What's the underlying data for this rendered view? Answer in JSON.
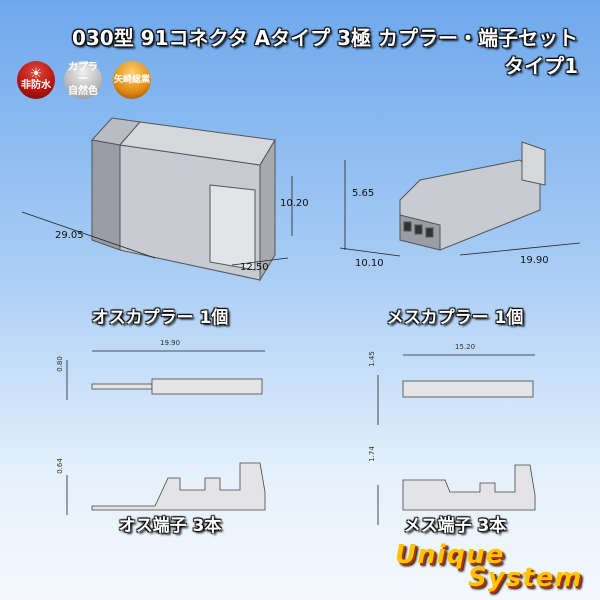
{
  "title": {
    "line1": "030型 91コネクタ Aタイプ 3極 カプラー・端子セット",
    "line2": "タイプ1"
  },
  "badges": [
    {
      "label": "非防水",
      "color": "#b3130e"
    },
    {
      "label1": "カプラー",
      "label2": "自然色",
      "color": "#c9c9c9"
    },
    {
      "label": "矢崎総業",
      "color": "#e08a10"
    }
  ],
  "male_coupler": {
    "caption": "オスカプラー 1個",
    "dims": [
      "29.05",
      "10.20",
      "12.50"
    ]
  },
  "female_coupler": {
    "caption": "メスカプラー 1個",
    "dims": [
      "5.65",
      "10.10",
      "19.90"
    ]
  },
  "male_terminal": {
    "caption": "オス端子 3本",
    "dims": [
      "19.90",
      "0.80",
      "0.64"
    ]
  },
  "female_terminal": {
    "caption": "メス端子 3本",
    "dims": [
      "15.20",
      "1.45",
      "1.74"
    ]
  },
  "logo": {
    "line1": "Unique",
    "line2": "System"
  }
}
